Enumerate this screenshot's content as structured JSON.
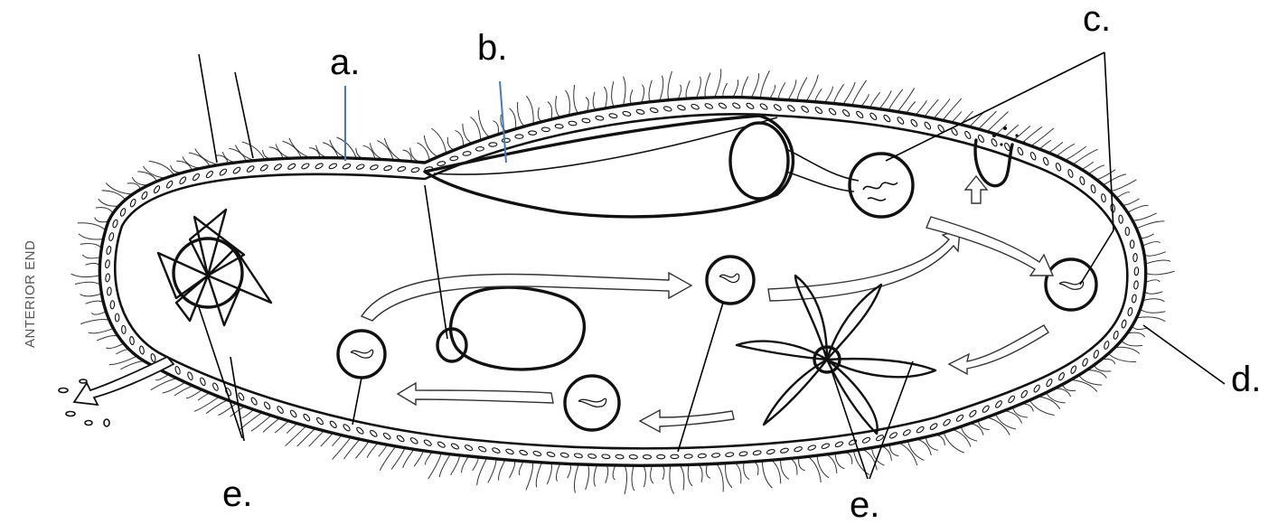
{
  "labels": {
    "a": "a.",
    "b": "b.",
    "c": "c.",
    "d": "d.",
    "e_left": "e.",
    "e_right": "e."
  },
  "side_text": "ANTERIOR END",
  "colors": {
    "ink": "#111111",
    "blue_leader": "#4a78b8",
    "background": "#ffffff"
  }
}
